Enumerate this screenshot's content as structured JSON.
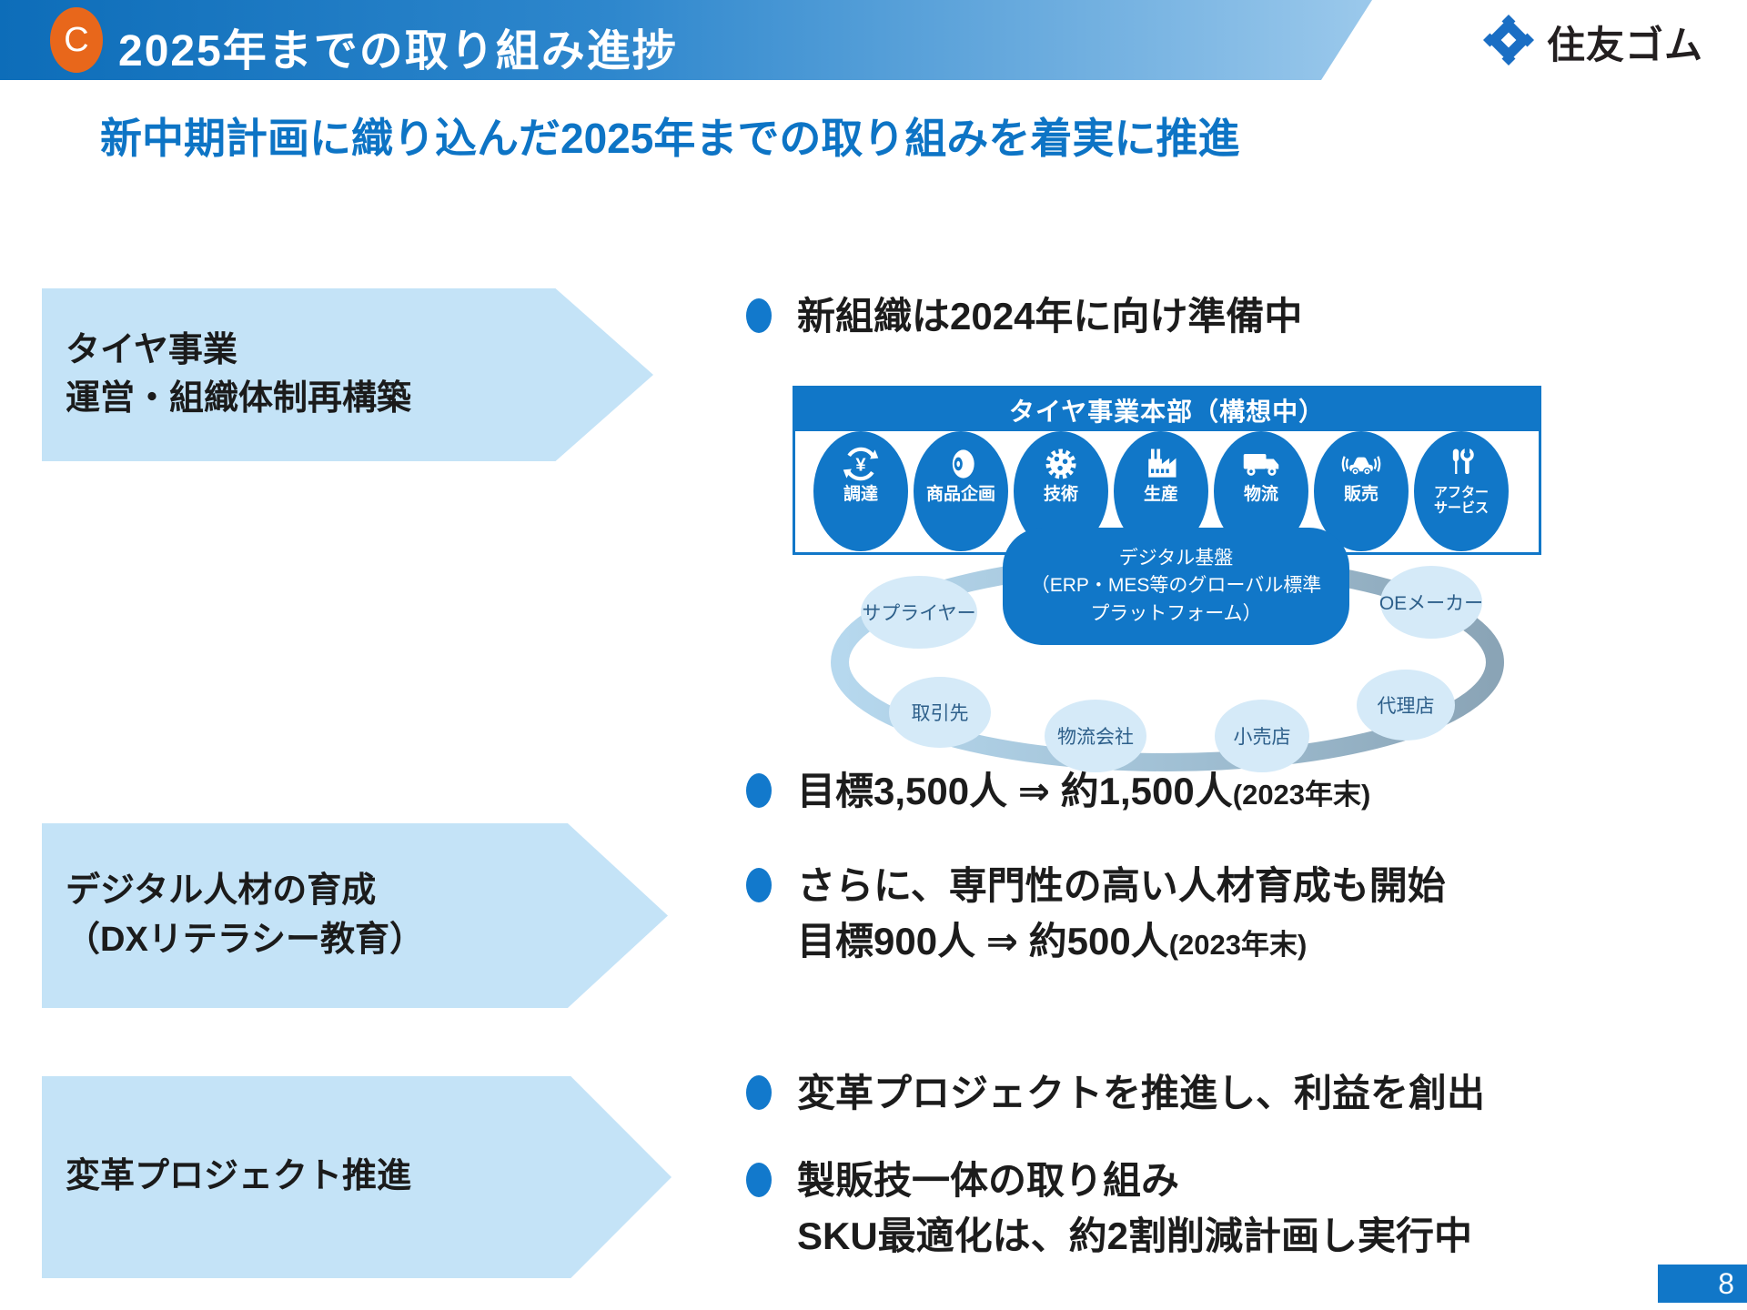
{
  "header": {
    "badge": "C",
    "title": "2025年までの取り組み進捗",
    "logo_text": "住友ゴム"
  },
  "subtitle": "新中期計画に織り込んだ2025年までの取り組みを着実に推進",
  "sections": [
    {
      "arrow_line1": "タイヤ事業",
      "arrow_line2": "運営・組織体制再構築"
    },
    {
      "arrow_line1": "デジタル人材の育成",
      "arrow_line2": "（DXリテラシー教育）"
    },
    {
      "arrow_line1": "変革プロジェクト推進",
      "arrow_line2": ""
    }
  ],
  "bullets": {
    "s1_b1": "新組織は2024年に向け準備中",
    "s2_b1_main": "目標3,500人 ⇒ 約1,500人",
    "s2_b1_suffix": "(2023年末)",
    "s2_b2_line1": "さらに、専門性の高い人材育成も開始",
    "s2_b2_main": "目標900人 ⇒ 約500人",
    "s2_b2_suffix": "(2023年末)",
    "s3_b1": "変革プロジェクトを推進し、利益を創出",
    "s3_b2_line1": "製販技一体の取り組み",
    "s3_b2_line2": "SKU最適化は、約2割削減計画し実行中"
  },
  "diagram": {
    "box_title": "タイヤ事業本部（構想中）",
    "departments": [
      {
        "label": "調達",
        "icon": "procurement-icon"
      },
      {
        "label": "商品企画",
        "icon": "product-planning-icon"
      },
      {
        "label": "技術",
        "icon": "technology-icon"
      },
      {
        "label": "生産",
        "icon": "production-icon"
      },
      {
        "label": "物流",
        "icon": "logistics-icon"
      },
      {
        "label": "販売",
        "icon": "sales-icon"
      },
      {
        "label": "アフター\nサービス",
        "icon": "after-service-icon"
      }
    ],
    "platform": {
      "line1": "デジタル基盤",
      "line2": "（ERP・MES等のグローバル標準",
      "line3": "プラットフォーム）"
    },
    "partners": [
      "サプライヤー",
      "取引先",
      "物流会社",
      "小売店",
      "代理店",
      "OEメーカー"
    ]
  },
  "page_number": "8",
  "colors": {
    "accent": "#1177c8",
    "arrow_fill": "#c4e3f7",
    "subtitle_blue": "#0d74c5",
    "badge_orange": "#e8671b",
    "partner_fill": "#d5eaf8"
  }
}
